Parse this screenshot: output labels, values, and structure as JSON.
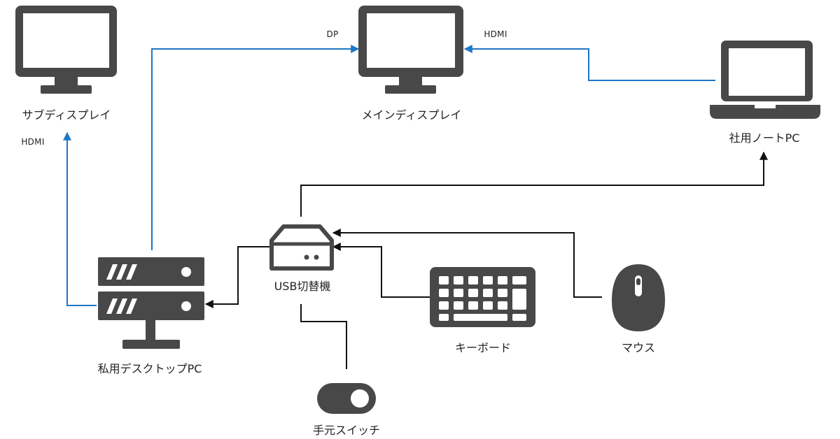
{
  "colors": {
    "device": "#484848",
    "black_wire": "#111111",
    "blue_wire": "#1f77c8"
  },
  "nodes": {
    "sub_display": {
      "label": "サブディスプレイ",
      "icon": "monitor-icon"
    },
    "main_display": {
      "label": "メインディスプレイ",
      "icon": "monitor-icon"
    },
    "work_laptop": {
      "label": "社用ノートPC",
      "icon": "laptop-icon"
    },
    "private_desktop": {
      "label": "私用デスクトップPC",
      "icon": "server-icon"
    },
    "usb_switch": {
      "label": "USB切替機",
      "icon": "usb-switch-icon"
    },
    "keyboard": {
      "label": "キーボード",
      "icon": "keyboard-icon"
    },
    "mouse": {
      "label": "マウス",
      "icon": "mouse-icon"
    },
    "hand_switch": {
      "label": "手元スイッチ",
      "icon": "toggle-switch-icon"
    }
  },
  "connections": {
    "desktop_to_main": {
      "label": "DP"
    },
    "laptop_to_main": {
      "label": "HDMI"
    },
    "desktop_to_sub": {
      "label": "HDMI"
    }
  }
}
